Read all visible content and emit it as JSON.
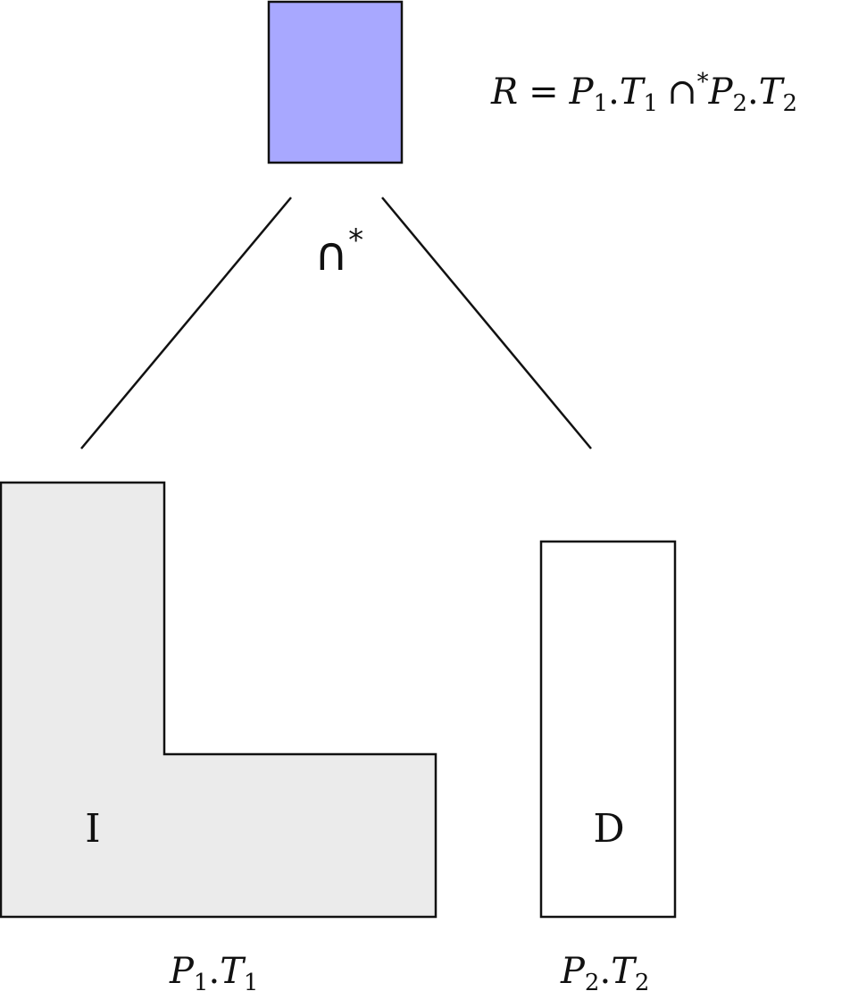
{
  "colors": {
    "result_fill": "#a8a8ff",
    "region_i_fill": "#ebebeb",
    "region_d_fill": "#ffffff",
    "stroke": "#111111"
  },
  "equation": {
    "lhs": "R",
    "equals": "=",
    "p1": "P",
    "p1_sub": "1",
    "t1": "T",
    "t1_sub": "1",
    "op": "∩",
    "op_sup": "*",
    "p2": "P",
    "p2_sub": "2",
    "t2": "T",
    "t2_sub": "2"
  },
  "operator": {
    "symbol": "∩",
    "sup": "*"
  },
  "region_i": {
    "label": "I",
    "caption_p": "P",
    "caption_p_sub": "1",
    "caption_t": "T",
    "caption_t_sub": "1"
  },
  "region_d": {
    "label": "D",
    "caption_p": "P",
    "caption_p_sub": "2",
    "caption_t": "T",
    "caption_t_sub": "2"
  }
}
